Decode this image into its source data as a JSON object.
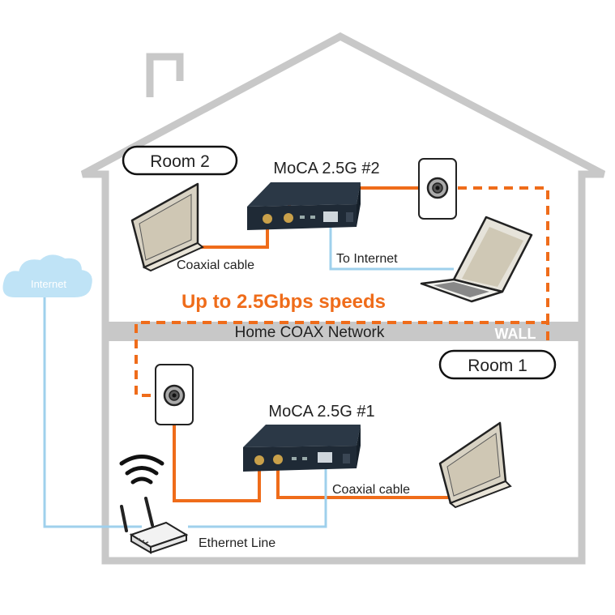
{
  "room2": {
    "label": "Room 2",
    "device": "MoCA 2.5G  #2"
  },
  "room1": {
    "label": "Room 1",
    "device": "MoCA 2.5G  #1"
  },
  "labels": {
    "coax_room2": "Coaxial cable",
    "to_internet": "To Internet",
    "speed": "Up to 2.5Gbps speeds",
    "network": "Home COAX Network",
    "wall": "WALL",
    "coax_room1": "Coaxial cable",
    "ethernet": "Ethernet Line",
    "internet": "Internet"
  },
  "colors": {
    "house": "#c8c8c8",
    "coax": "#ef6c1a",
    "ethernet": "#9fd0ec",
    "cloud": "#bfe3f6",
    "speed_text": "#ef6c1a",
    "device": "#1f2a36"
  }
}
